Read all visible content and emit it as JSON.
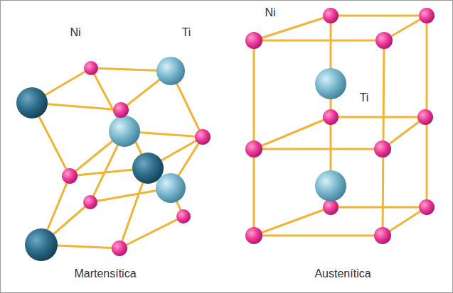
{
  "diagram": {
    "labels": [
      "Ni",
      "Ti",
      "Martensítica",
      "Ni",
      "Ti",
      "Austenítica"
    ]
  }
}
